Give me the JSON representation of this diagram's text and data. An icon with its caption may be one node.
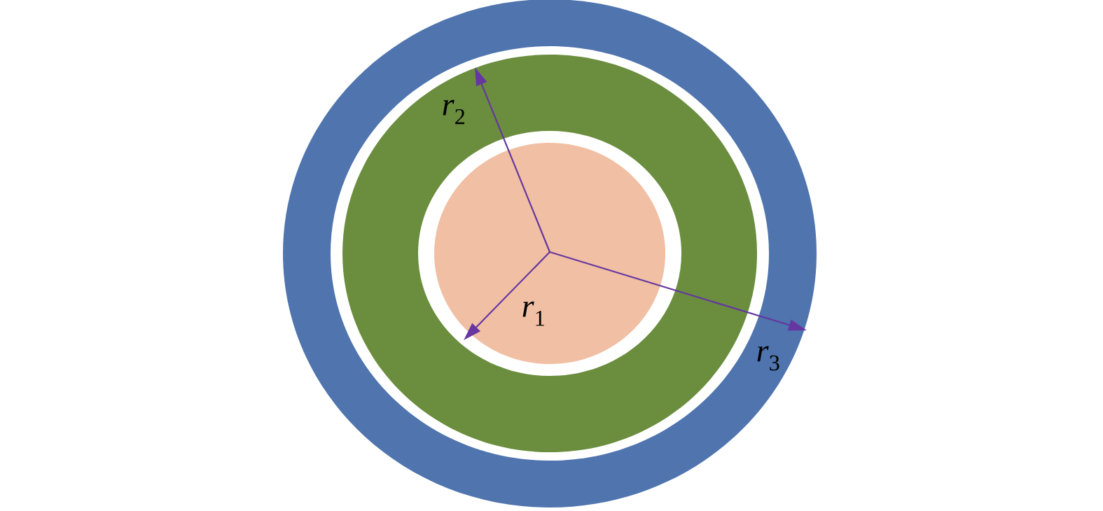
{
  "diagram": {
    "labels": [
      "*r*$_{2}$",
      "*r*$_{1}$",
      "*r*$_{3}$"
    ]
  }
}
